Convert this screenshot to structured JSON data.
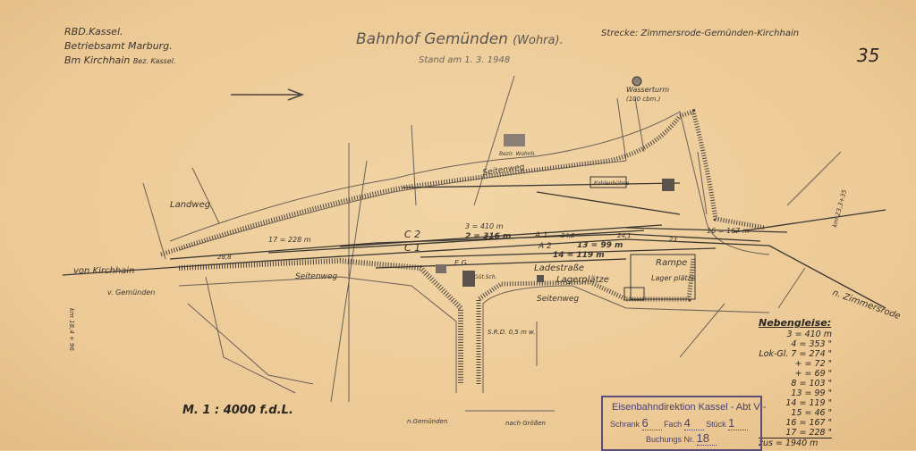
{
  "header": {
    "authority_lines": [
      "RBD.Kassel.",
      "Betriebsamt Marburg.",
      "Bm Kirchhain"
    ],
    "authority_sub": "Bez. Kassel.",
    "title": "Bahnhof Gemünden",
    "title_suffix": "(Wohra).",
    "date": "Stand am 1. 3. 1948",
    "route": "Strecke: Zimmersrode-Gemünden-Kirchhain",
    "sheet_number": "35"
  },
  "scale": "M. 1 : 4000 f.d.L.",
  "labels": {
    "from_kirchhain": "von Kirchhain",
    "to_zimmersrode": "n. Zimmersrode",
    "to_gemuenden": "v. Gemünden",
    "landweg": "Landweg",
    "seitenweg_left": "Seitenweg",
    "seitenweg_top": "Seitenweg",
    "seitenweg_bottom": "Seitenweg",
    "ladestrasse": "Ladestraße",
    "lagerplaetze": "Lagerplätze",
    "rampe": "Rampe",
    "lagerplaetze2": "Lager plätze",
    "wasserturm": "Wasserturm",
    "wasserturm_cap": "(100 cbm.)",
    "kohlenbuehne": "Kohlenbühne",
    "bezirk": "Bezir. Wohnh.",
    "eg": "E.G.",
    "gueterschuppen": "Güt.Sch.",
    "srd": "S.R.D. 0,5 m w.",
    "n_gemuenden": "n.Gemünden",
    "n_groessen": "nach Größen",
    "km_left": "km 18,4 + 96",
    "km_right": "km 23,3+35"
  },
  "tracks": {
    "t3": "3 = 410 m",
    "t2": "2 = 316 m",
    "t17": "17 = 228 m",
    "t13": "13 = 99 m",
    "t14": "14 = 119 m",
    "t16": "16 = 167 m",
    "c1": "C 1",
    "c2": "C 2",
    "a1": "A 1",
    "a2": "A 2",
    "w24_1": "24,1",
    "w24_2": "24,2",
    "w23": "23",
    "w28_8": "28,8"
  },
  "nebengleise": {
    "title": "Nebengleise:",
    "rows": [
      "3 = 410 m",
      "4 = 353 \"",
      "Lok-Gl. 7 = 274 \"",
      "+ = 72 \"",
      "+ = 69 \"",
      "8 = 103 \"",
      "13 = 99 \"",
      "14 = 119 \"",
      "15 = 46 \"",
      "16 = 167 \"",
      "17 = 228 \""
    ],
    "total": "zus = 1940 m"
  },
  "stamp": {
    "title": "Eisenbahndirektion Kassel - Abt V -",
    "schrank_label": "Schrank",
    "schrank": "6",
    "fach_label": "Fach",
    "fach": "4",
    "stueck_label": "Stück",
    "stueck": "1",
    "buchung_label": "Buchungs Nr.",
    "buchung": "18"
  }
}
